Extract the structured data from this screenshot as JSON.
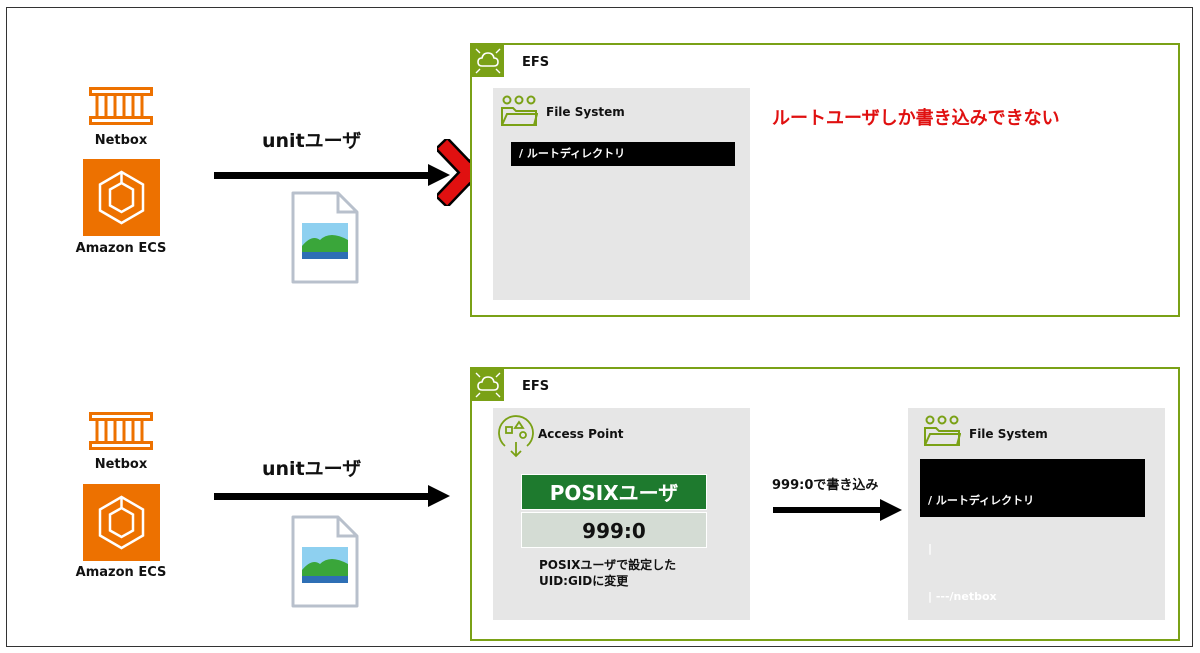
{
  "colors": {
    "efs_border": "#7aa116",
    "ecs_orange": "#ed7100",
    "warning_red": "#e01010",
    "posix_green": "#1e7a2e",
    "posix_value_bg": "#d4dcd4",
    "panel_grey": "#e6e6e6"
  },
  "top": {
    "netbox_label": "Netbox",
    "ecs_label": "Amazon ECS",
    "arrow_label": "unitユーザ",
    "efs_title": "EFS",
    "file_system_title": "File System",
    "root_dir": "/ ルートディレクトリ",
    "warning": "ルートユーザしか書き込みできない"
  },
  "bottom": {
    "netbox_label": "Netbox",
    "ecs_label": "Amazon ECS",
    "arrow_label": "unitユーザ",
    "efs_title": "EFS",
    "access_point_title": "Access Point",
    "posix_header": "POSIXユーザ",
    "posix_value": "999:0",
    "posix_note_line1": "POSIXユーザで設定した",
    "posix_note_line2": "UID:GIDに変更",
    "write_label": "999:0で書き込み",
    "file_system_title": "File System",
    "dir_line1": "/ ルートディレクトリ",
    "dir_line2": "|",
    "dir_line3": "| ---/netbox"
  },
  "icons": [
    "container-icon",
    "ecs-icon",
    "image-file-icon",
    "efs-icon",
    "file-system-icon",
    "access-point-icon",
    "cross-mark-icon"
  ]
}
